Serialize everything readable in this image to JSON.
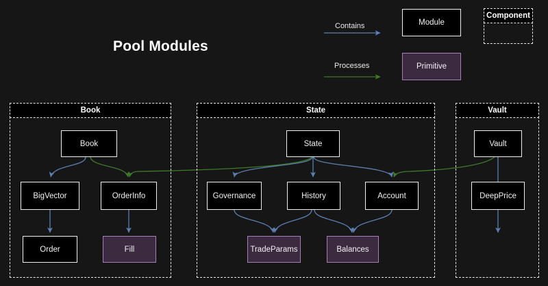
{
  "title": "Pool Modules",
  "theme": {
    "background": "#161616",
    "module_fill": "#000000",
    "module_border": "#f0f0f0",
    "primitive_fill": "#3b2a40",
    "primitive_border": "#a880b8",
    "contains_arrow": "#5a7fb0",
    "processes_arrow": "#3d7a2a",
    "component_border": "#e8e8e8",
    "text": "#f2f2f2"
  },
  "legend": {
    "contains_label": "Contains",
    "processes_label": "Processes",
    "module_label": "Module",
    "primitive_label": "Primitive",
    "component_label": "Component"
  },
  "components": [
    {
      "id": "book",
      "label": "Book"
    },
    {
      "id": "state",
      "label": "State"
    },
    {
      "id": "vault",
      "label": "Vault"
    }
  ],
  "nodes": [
    {
      "id": "book",
      "label": "Book",
      "type": "module",
      "component": "book"
    },
    {
      "id": "bigvector",
      "label": "BigVector",
      "type": "module",
      "component": "book"
    },
    {
      "id": "orderinfo",
      "label": "OrderInfo",
      "type": "module",
      "component": "book"
    },
    {
      "id": "order",
      "label": "Order",
      "type": "module",
      "component": "book"
    },
    {
      "id": "fill",
      "label": "Fill",
      "type": "primitive",
      "component": "book"
    },
    {
      "id": "state",
      "label": "State",
      "type": "module",
      "component": "state"
    },
    {
      "id": "governance",
      "label": "Governance",
      "type": "module",
      "component": "state"
    },
    {
      "id": "history",
      "label": "History",
      "type": "module",
      "component": "state"
    },
    {
      "id": "account",
      "label": "Account",
      "type": "module",
      "component": "state"
    },
    {
      "id": "tradeparams",
      "label": "TradeParams",
      "type": "primitive",
      "component": "state"
    },
    {
      "id": "balances",
      "label": "Balances",
      "type": "primitive",
      "component": "state"
    },
    {
      "id": "vault",
      "label": "Vault",
      "type": "module",
      "component": "vault"
    },
    {
      "id": "deepprice",
      "label": "DeepPrice",
      "type": "module",
      "component": "vault"
    }
  ],
  "edges": [
    {
      "from": "book",
      "to": "bigvector",
      "kind": "contains"
    },
    {
      "from": "bigvector",
      "to": "order",
      "kind": "contains"
    },
    {
      "from": "orderinfo",
      "to": "fill",
      "kind": "contains"
    },
    {
      "from": "state",
      "to": "governance",
      "kind": "contains"
    },
    {
      "from": "state",
      "to": "history",
      "kind": "contains"
    },
    {
      "from": "state",
      "to": "account",
      "kind": "contains"
    },
    {
      "from": "governance",
      "to": "tradeparams",
      "kind": "contains"
    },
    {
      "from": "history",
      "to": "tradeparams",
      "kind": "contains"
    },
    {
      "from": "history",
      "to": "balances",
      "kind": "contains"
    },
    {
      "from": "account",
      "to": "balances",
      "kind": "contains"
    },
    {
      "from": "vault",
      "to": "deepprice",
      "kind": "contains"
    },
    {
      "from": "book",
      "to": "orderinfo",
      "kind": "processes"
    },
    {
      "from": "state",
      "to": "orderinfo",
      "kind": "processes"
    },
    {
      "from": "vault",
      "to": "account",
      "kind": "processes"
    }
  ]
}
